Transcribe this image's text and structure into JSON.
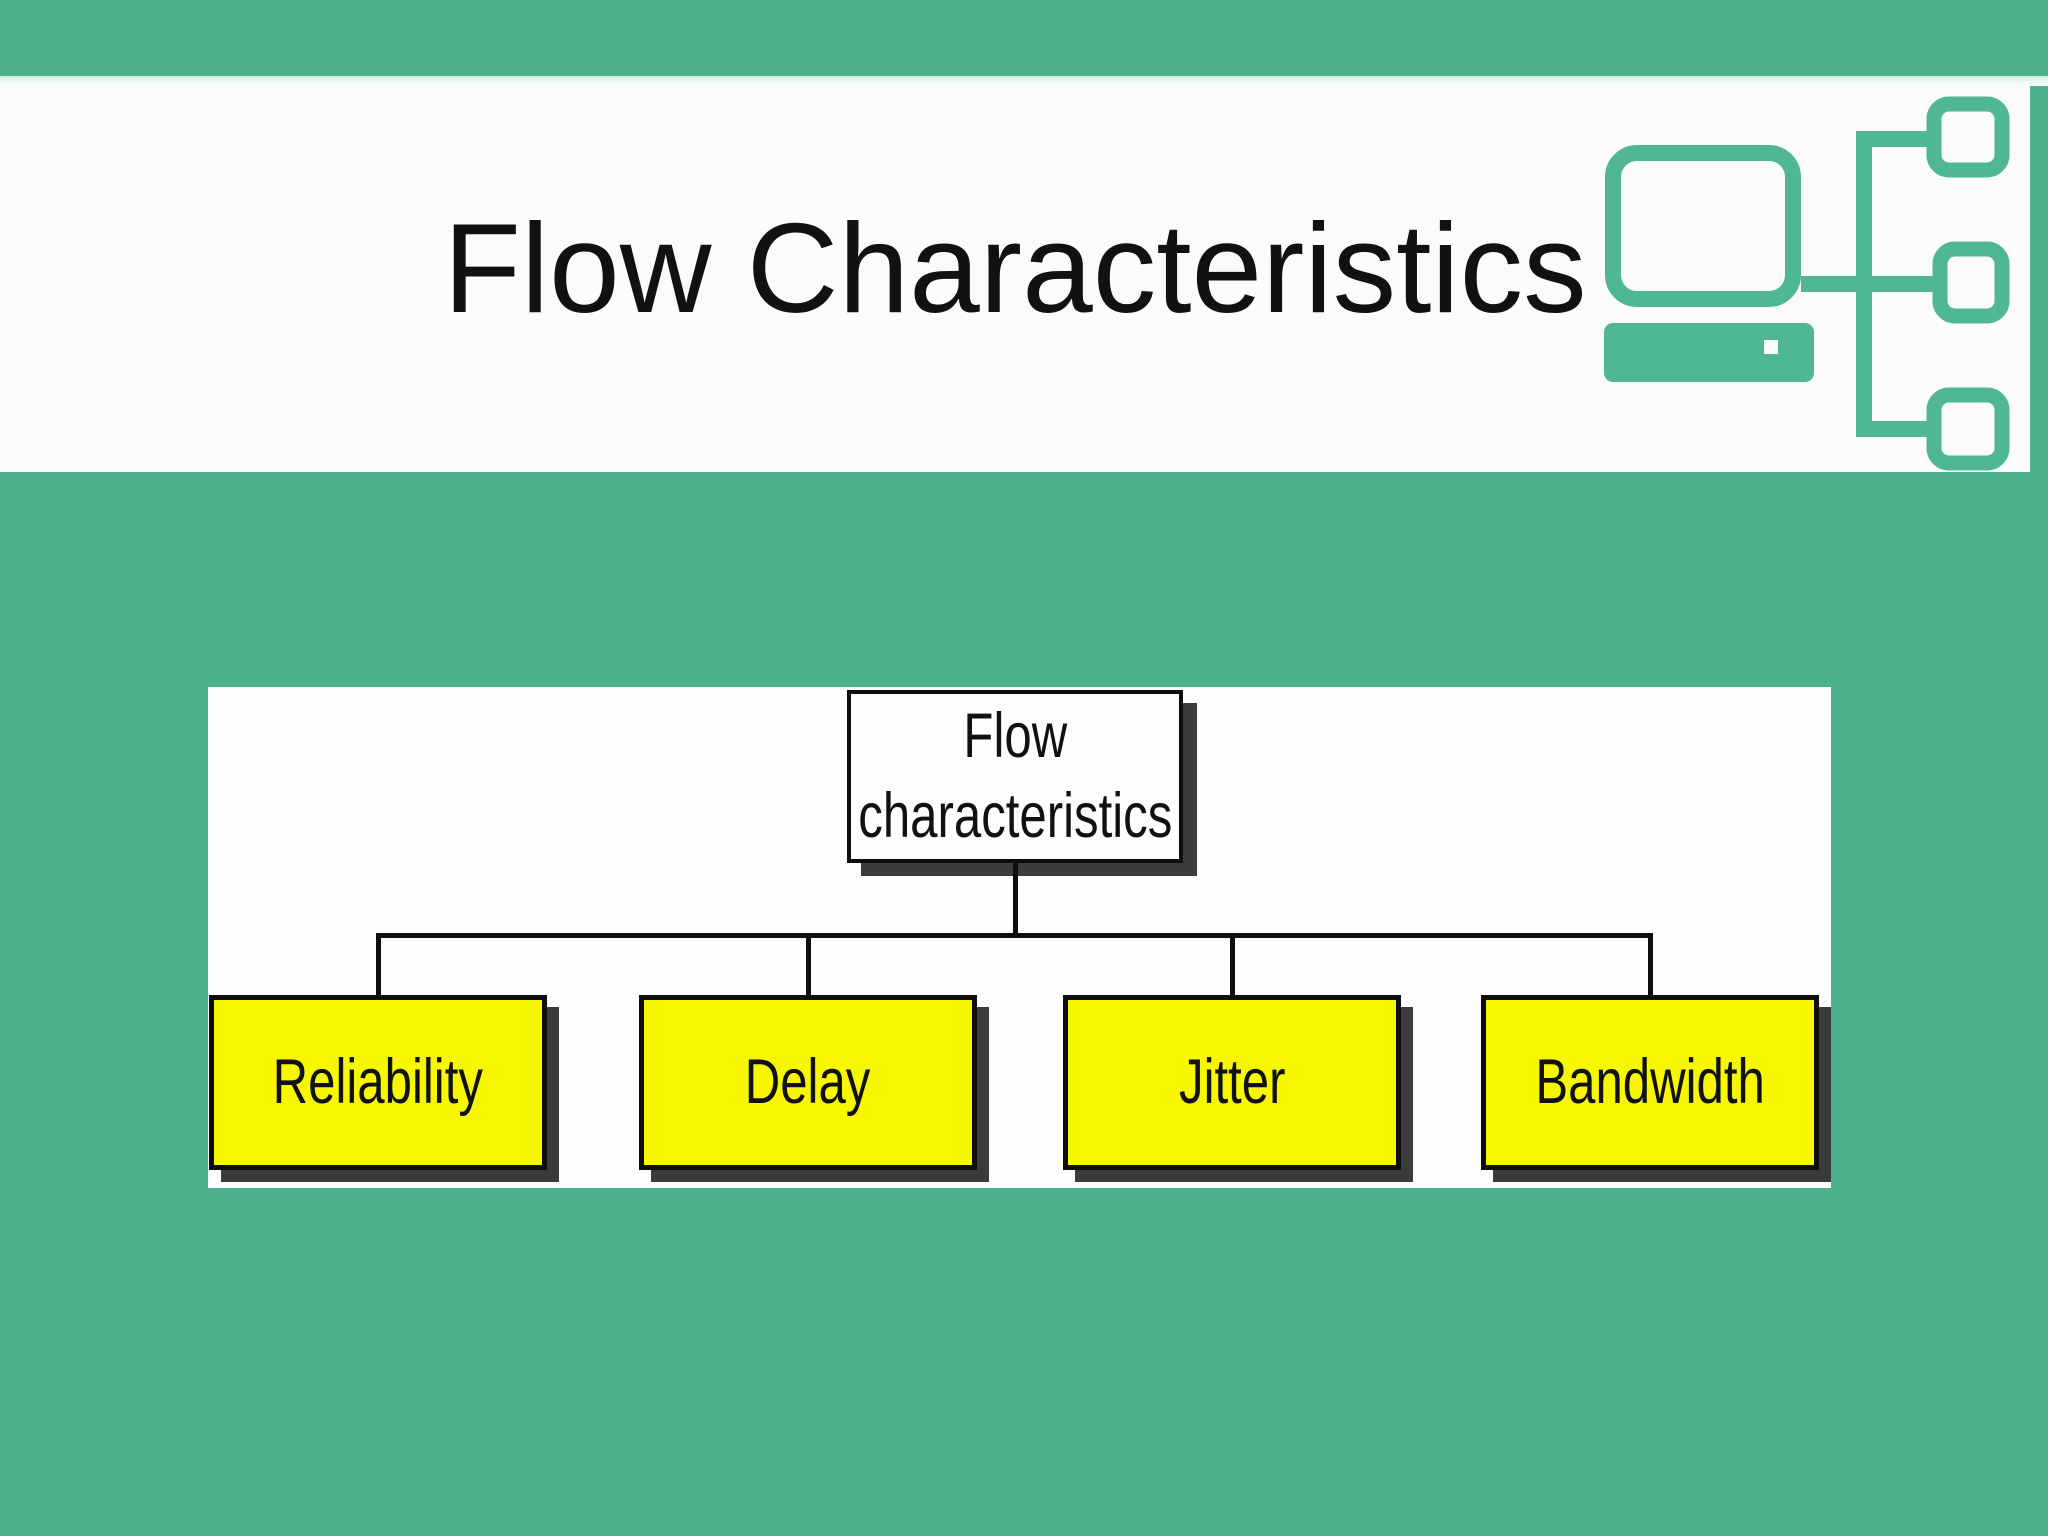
{
  "title": {
    "text": "Flow Characteristics"
  },
  "diagram": {
    "root": {
      "label": "Flow characteristics"
    },
    "children": [
      {
        "label": "Reliability"
      },
      {
        "label": "Delay"
      },
      {
        "label": "Jitter"
      },
      {
        "label": "Bandwidth"
      }
    ]
  },
  "icons": {
    "header_icon": "computer-network-icon"
  },
  "colors": {
    "green_background": "#4bb28b",
    "icon_green": "#4fb892",
    "banner_white": "#fbfbfd",
    "panel_white": "#fdfdfd",
    "box_yellow": "#f7f700",
    "shadow_gray": "#3b3b3b",
    "line_black": "#0e0e0e",
    "text_black": "#111111"
  }
}
